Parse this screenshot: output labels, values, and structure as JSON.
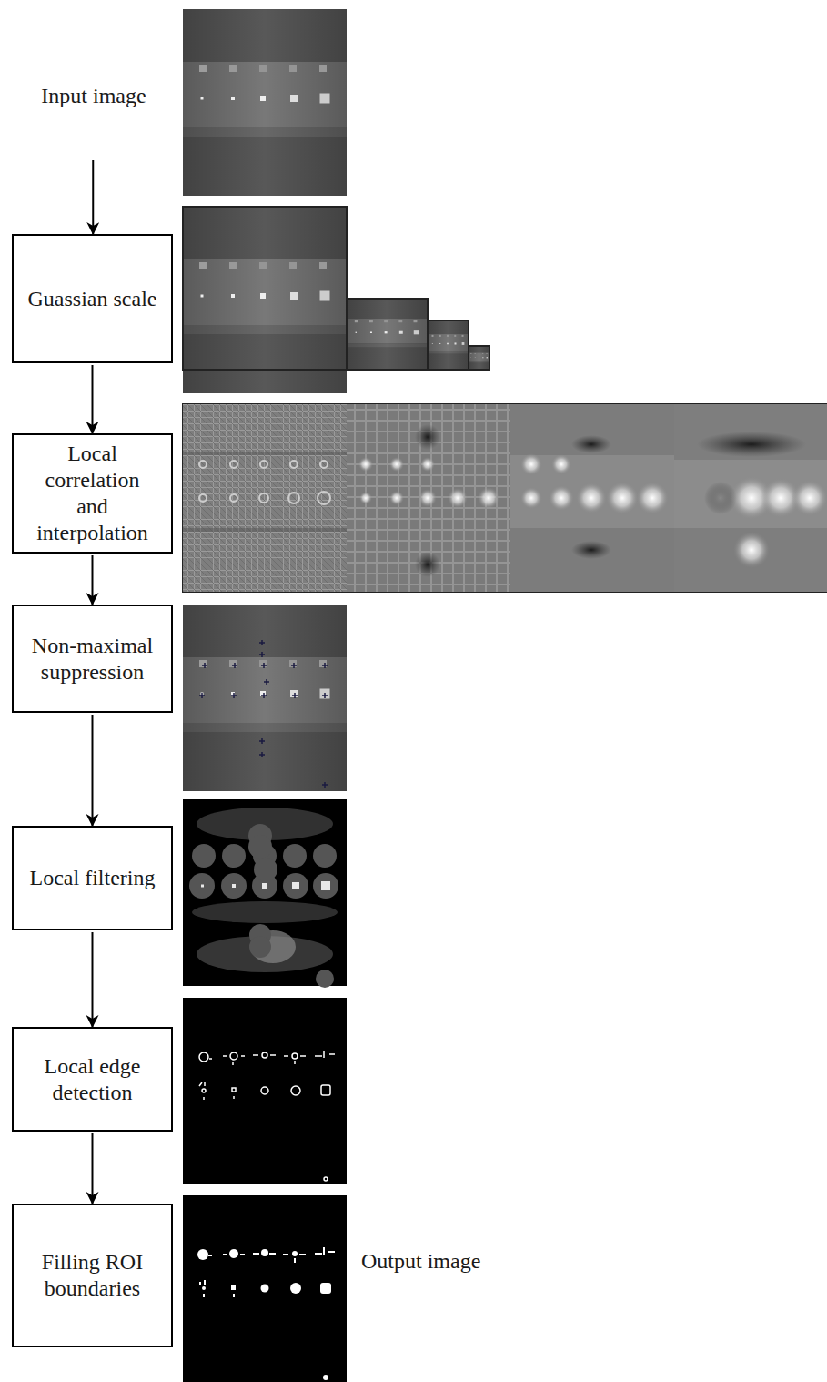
{
  "diagram": {
    "nodes": [
      {
        "text": [
          "Input image"
        ]
      },
      {
        "text": [
          "Guassian scale"
        ]
      },
      {
        "text": [
          "Local correlation and interpolation"
        ]
      },
      {
        "text": [
          "Non-maximal suppression"
        ]
      },
      {
        "text": [
          "Local filtering"
        ]
      },
      {
        "text": [
          "Local edge detection"
        ]
      },
      {
        "text": [
          "Filling ROI boundaries"
        ]
      }
    ],
    "edges": [
      {
        "from": 0,
        "to": 1,
        "arrow": "to"
      },
      {
        "from": 1,
        "to": 2,
        "arrow": "to"
      },
      {
        "from": 2,
        "to": 3,
        "arrow": "to"
      },
      {
        "from": 3,
        "to": 4,
        "arrow": "to"
      },
      {
        "from": 4,
        "to": 5,
        "arrow": "to"
      },
      {
        "from": 5,
        "to": 6,
        "arrow": "to"
      }
    ],
    "labels": [
      "Output image"
    ]
  }
}
